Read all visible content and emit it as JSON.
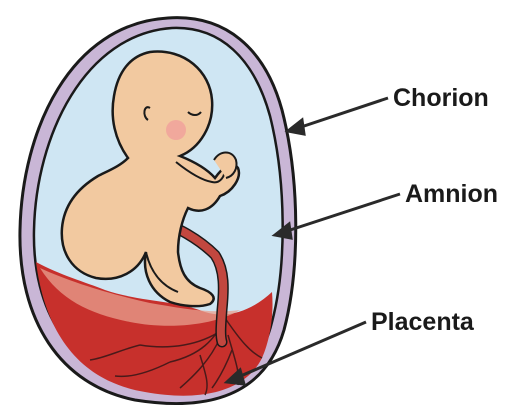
{
  "labels": {
    "chorion": "Chorion",
    "amnion": "Amnion",
    "placenta": "Placenta"
  },
  "colors": {
    "chorion_outline": "#6b4e78",
    "chorion_fill": "#c9b6d6",
    "amniotic_fluid": "#cfe6f3",
    "placenta": "#c7302c",
    "placenta_light": "#e8a08f",
    "fetus_skin": "#f2c9a0",
    "cheek": "#f19a9a",
    "umbilical_cord": "#c2473f",
    "outline": "#1a1a1a",
    "arrow": "#2a2a2a"
  }
}
